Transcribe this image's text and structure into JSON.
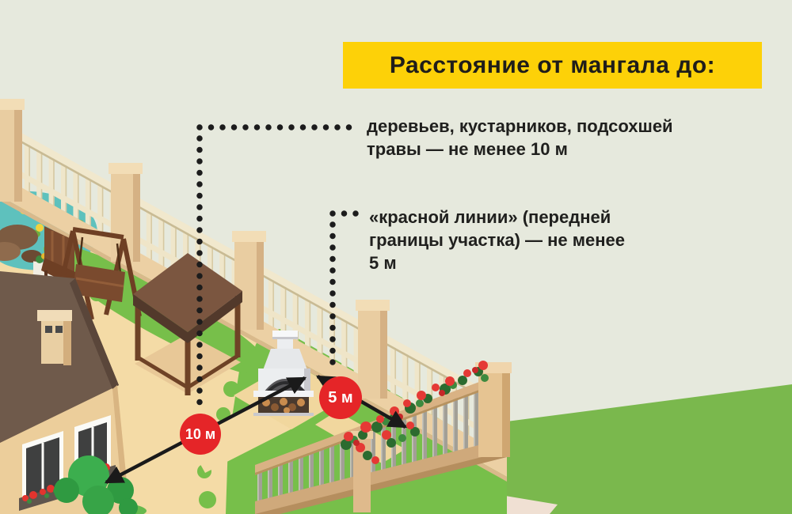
{
  "header": {
    "title": "Расстояние от мангала до:"
  },
  "annotations": [
    {
      "id": "trees",
      "lines": [
        "деревьев, кустарников, подсохшей",
        "травы — не менее 10 м"
      ],
      "distance": "10 м"
    },
    {
      "id": "red-line",
      "lines": [
        "«красной линии» (передней",
        "границы участка) — не менее",
        "5 м"
      ],
      "distance": "5 м"
    }
  ],
  "markers": [
    {
      "label": "10 м"
    },
    {
      "label": "5 м"
    }
  ],
  "colors": {
    "background": "#e6e9dd",
    "banner_yellow": "#fdd108",
    "text_dark": "#20201e",
    "marker_red": "#e52528",
    "lawn_green": "#77bf4a",
    "outside_grass": "#7ab84d",
    "sand": "#f4dba6",
    "fence_cream": "#efe6ca",
    "fence_tan": "#e9cda1",
    "roof_brown": "#6f5a4b",
    "pond_teal": "#5ec1bd"
  },
  "scene": {
    "elements": [
      "house",
      "chimney",
      "pond",
      "rocks",
      "planter",
      "garden-bench",
      "garden-swing",
      "gazebo",
      "bbq-grill",
      "firewood",
      "bush",
      "back-fence",
      "front-fence",
      "roses",
      "lawn",
      "path"
    ]
  }
}
